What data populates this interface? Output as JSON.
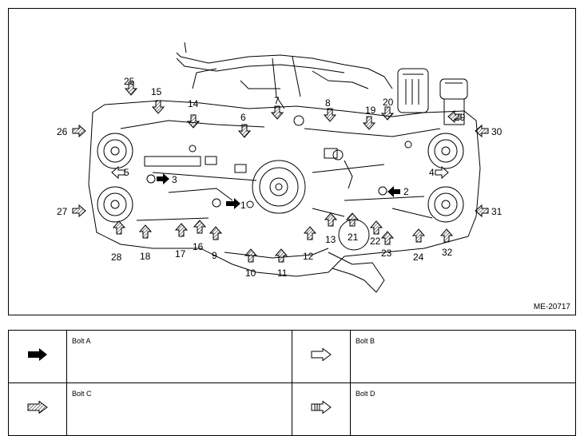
{
  "figure": {
    "code": "ME-20717",
    "callouts": [
      "1",
      "2",
      "3",
      "4",
      "5",
      "6",
      "7",
      "8",
      "9",
      "10",
      "11",
      "12",
      "13",
      "14",
      "15",
      "16",
      "17",
      "18",
      "19",
      "20",
      "21",
      "22",
      "23",
      "24",
      "25",
      "26",
      "27",
      "28",
      "29",
      "30",
      "31",
      "32"
    ]
  },
  "legend": {
    "bolt_a": "Bolt A",
    "bolt_b": "Bolt B",
    "bolt_c": "Bolt C",
    "bolt_d": "Bolt D"
  },
  "colors": {
    "line": "#000000",
    "background": "#ffffff"
  }
}
